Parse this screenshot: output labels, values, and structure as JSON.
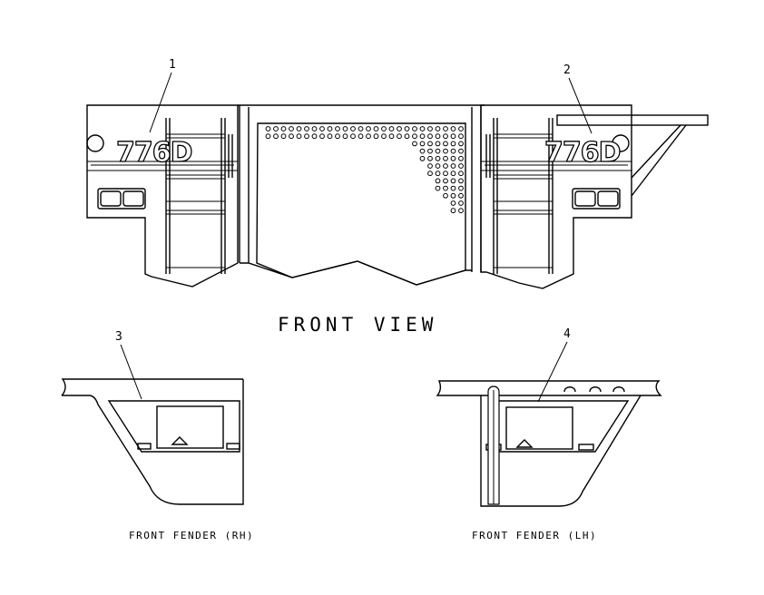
{
  "callouts": [
    "1",
    "2",
    "3",
    "4"
  ],
  "decal_text": "776D",
  "front_view_title": "FRONT VIEW",
  "fender_rh_caption": "FRONT FENDER (RH)",
  "fender_lh_caption": "FRONT FENDER (LH)"
}
